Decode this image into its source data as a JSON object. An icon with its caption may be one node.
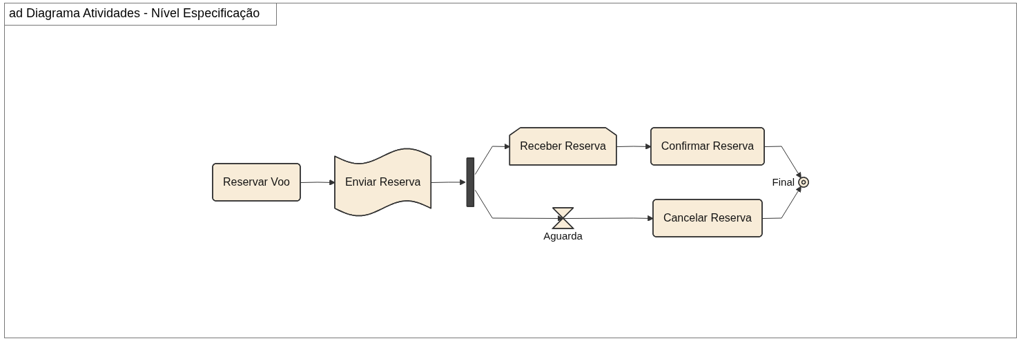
{
  "diagram": {
    "title": "ad Diagrama Atividades - Nível Especificação",
    "nodes": [
      {
        "text": [
          "Reservar Voo"
        ]
      },
      {
        "text": [
          "Enviar Reserva"
        ]
      },
      {
        "text": [],
        "shape": "bar"
      },
      {
        "text": [
          "Receber Reserva"
        ]
      },
      {
        "text": [
          "Aguarda"
        ]
      },
      {
        "text": [
          "Confirmar Reserva"
        ]
      },
      {
        "text": [
          "Cancelar Reserva"
        ]
      },
      {
        "text": [
          "Final"
        ]
      }
    ],
    "edges": [
      {
        "from": 0,
        "to": 1,
        "arrow": "to"
      },
      {
        "from": 1,
        "to": 2,
        "arrow": "to"
      },
      {
        "from": 2,
        "to": 3,
        "arrow": "to"
      },
      {
        "from": 2,
        "to": 4,
        "arrow": "to"
      },
      {
        "from": 3,
        "to": 5,
        "arrow": "to"
      },
      {
        "from": 4,
        "to": 6,
        "arrow": "to"
      },
      {
        "from": 5,
        "to": 7,
        "arrow": "to"
      },
      {
        "from": 6,
        "to": 7,
        "arrow": "to"
      }
    ]
  }
}
